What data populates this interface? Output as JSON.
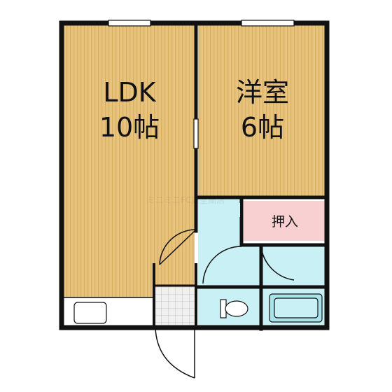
{
  "rooms": {
    "ldk": {
      "name": "LDK",
      "size": "10帖"
    },
    "western": {
      "name": "洋室",
      "size": "6帖"
    },
    "closet": {
      "name": "押入"
    }
  },
  "watermark": "ミニミニFC東室蘭店",
  "colors": {
    "floor_wood": "#e8c37e",
    "floor_stripe": "#d8ae5f",
    "wet_area": "#c9f0f4",
    "closet": "#f8d0d2",
    "wall": "#111111",
    "entrance_tile": "#f0f0f0"
  }
}
